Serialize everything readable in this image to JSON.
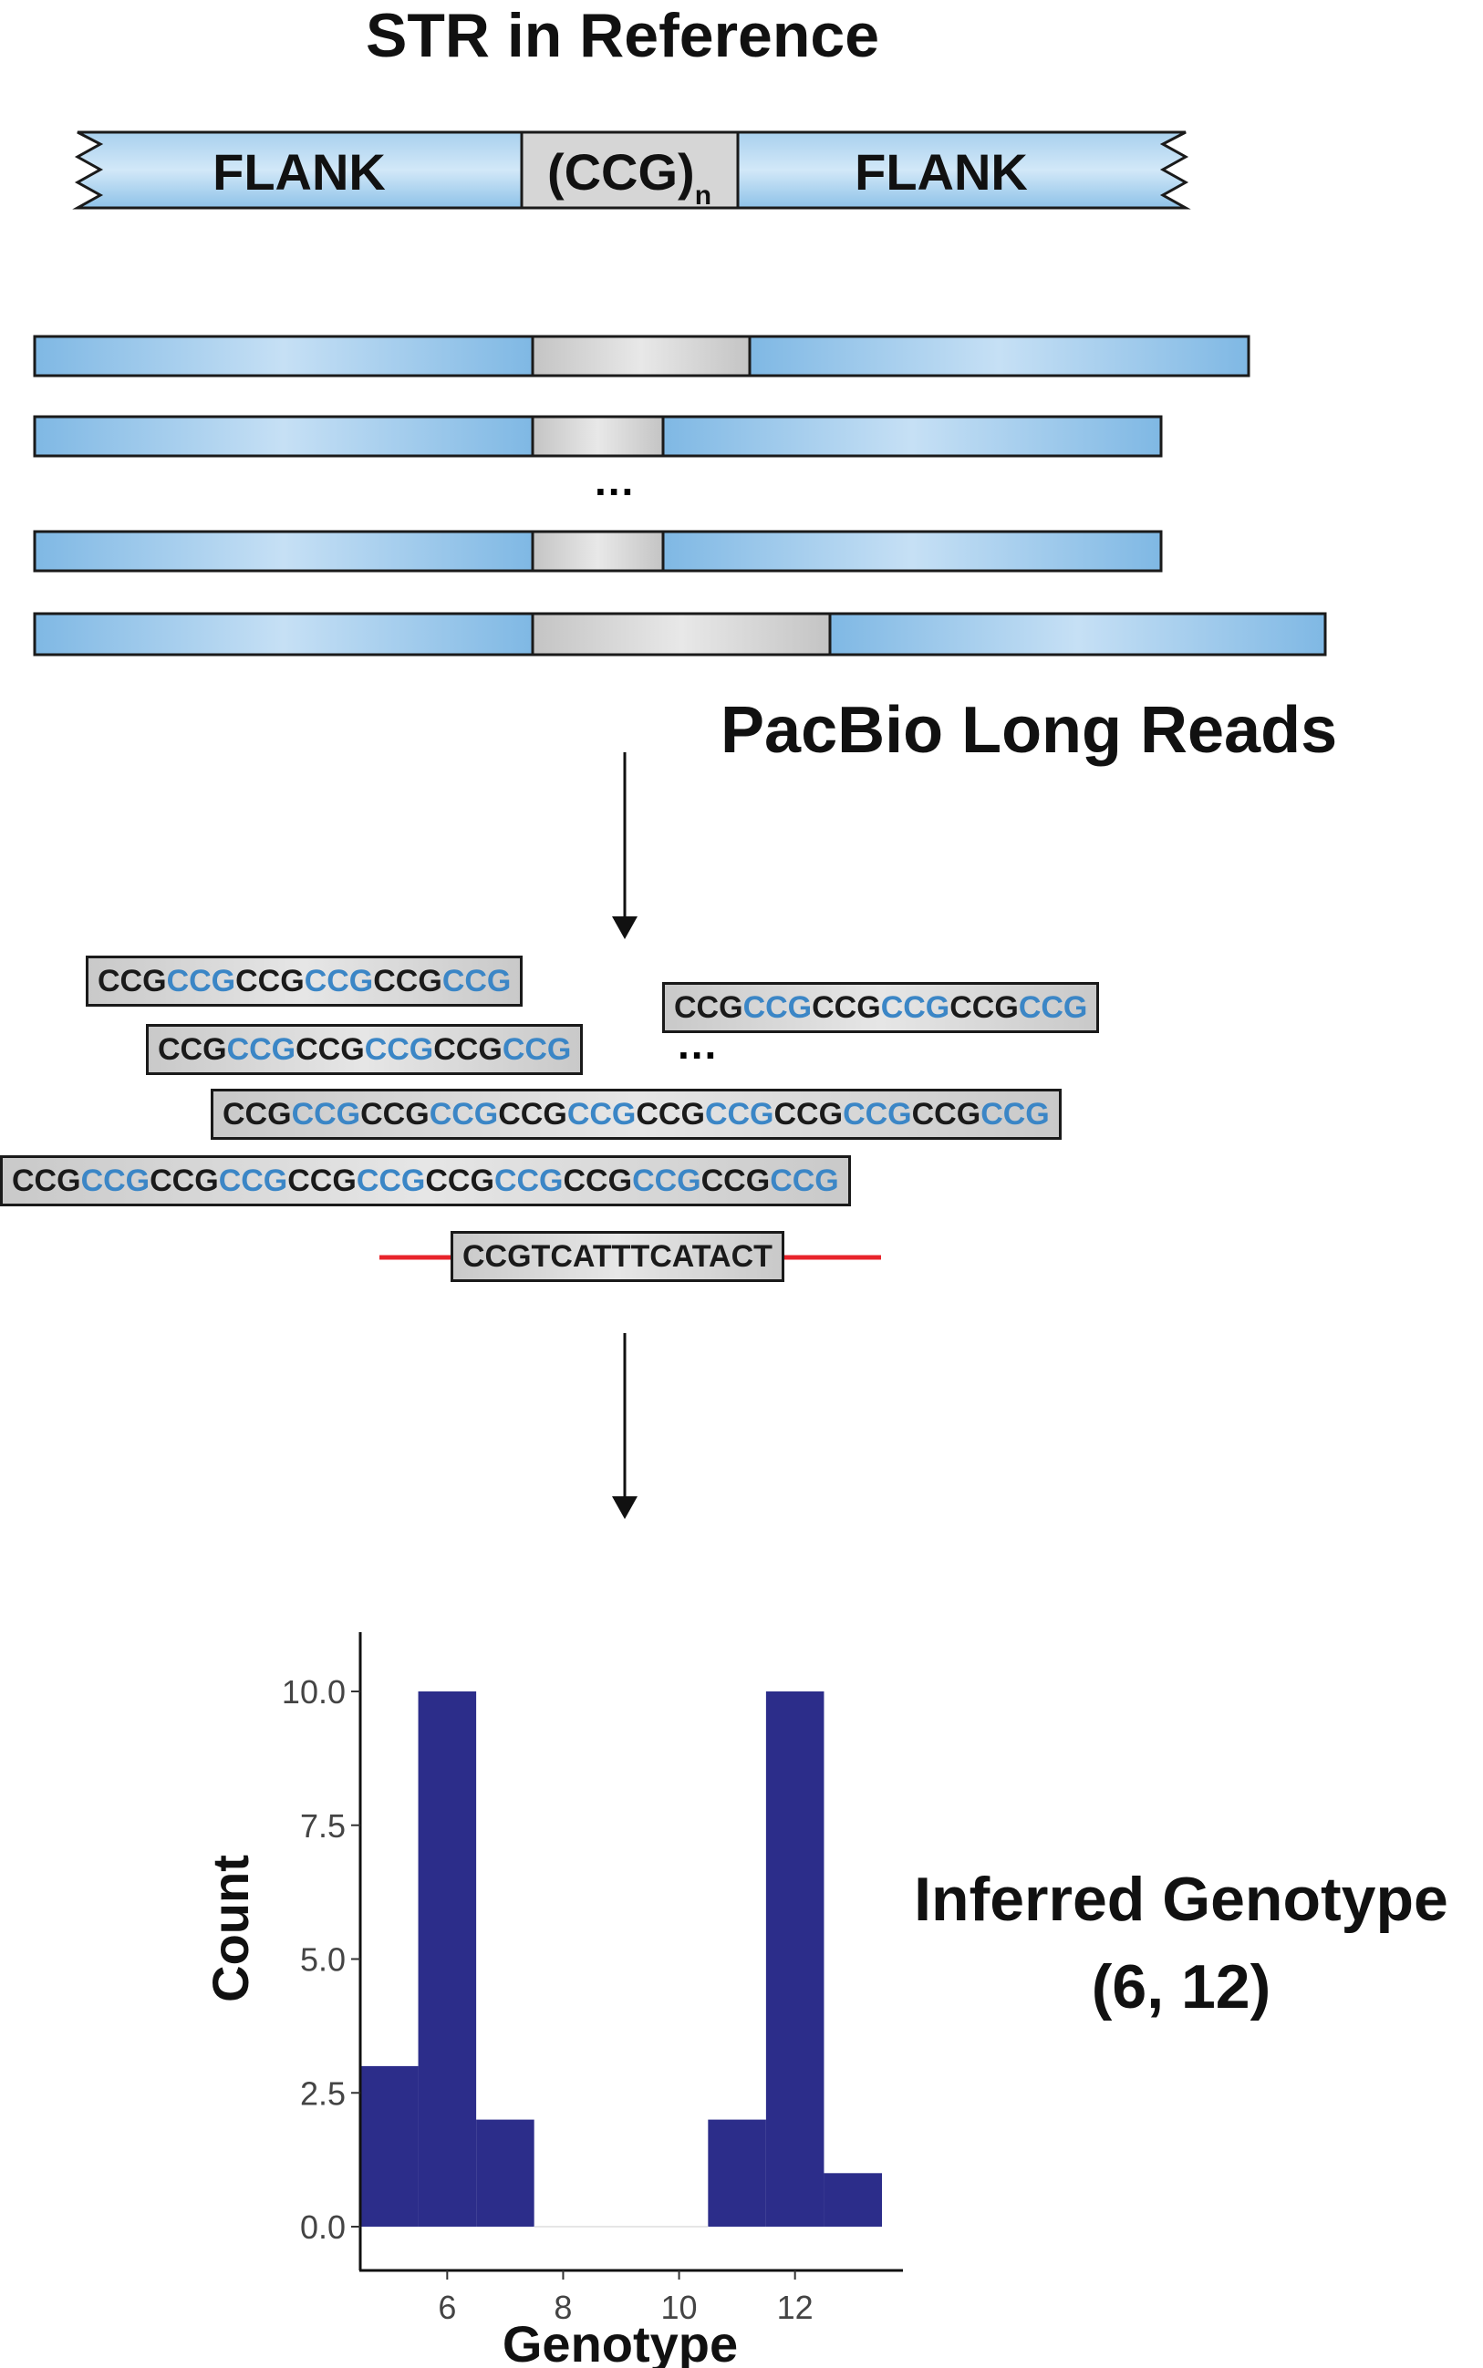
{
  "title": "STR in Reference",
  "reference": {
    "left_flank": "FLANK",
    "repeat": "(CCG)",
    "repeat_subscript": "n",
    "right_flank": "FLANK"
  },
  "reads_label": "PacBio Long Reads",
  "reads_ellipsis": "...",
  "sequences_ellipsis": "...",
  "sequence_reads": [
    {
      "units": [
        "CCG",
        "CCG",
        "CCG",
        "CCG",
        "CCG",
        "CCG"
      ]
    },
    {
      "units": [
        "CCG",
        "CCG",
        "CCG",
        "CCG",
        "CCG",
        "CCG"
      ]
    },
    {
      "units": [
        "CCG",
        "CCG",
        "CCG",
        "CCG",
        "CCG",
        "CCG"
      ]
    },
    {
      "units": [
        "CCG",
        "CCG",
        "CCG",
        "CCG",
        "CCG",
        "CCG",
        "CCG",
        "CCG",
        "CCG",
        "CCG",
        "CCG",
        "CCG"
      ]
    },
    {
      "units": [
        "CCG",
        "CCG",
        "CCG",
        "CCG",
        "CCG",
        "CCG",
        "CCG",
        "CCG",
        "CCG",
        "CCG",
        "CCG",
        "CCG"
      ]
    }
  ],
  "rejected_read": "CCGTCATTTCATACT",
  "colors": {
    "flank": "#7fb8e4",
    "flank_light": "#c6e0f5",
    "repeat": "#d4d4d4",
    "unit_alt": "#3b86c6",
    "bar": "#2c2d8a",
    "reject_line": "#e8242b"
  },
  "chart_data": {
    "type": "bar",
    "x": [
      5,
      6,
      7,
      11,
      12,
      13
    ],
    "values": [
      3,
      10,
      2,
      2,
      10,
      1
    ],
    "xlabel": "Genotype",
    "ylabel": "Count",
    "xticks": [
      6,
      8,
      10,
      12
    ],
    "yticks": [
      "0.0",
      "2.5",
      "5.0",
      "7.5",
      "10.0"
    ],
    "xlim": [
      4.5,
      13.5
    ],
    "ylim": [
      0,
      10
    ]
  },
  "inferred": {
    "label": "Inferred Genotype",
    "value": "(6, 12)"
  }
}
